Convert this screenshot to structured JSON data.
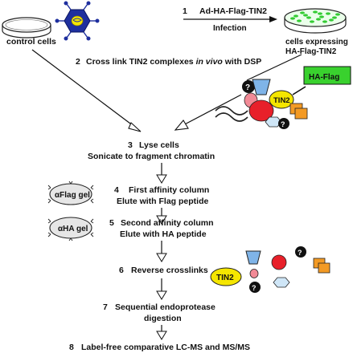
{
  "left": {
    "control_cells_label": "control cells"
  },
  "steps": [
    {
      "num": "1",
      "text": "Ad-HA-Flag-TIN2",
      "sub": "Infection"
    },
    {
      "num": "2",
      "text_pre": "Cross link TIN2 complexes ",
      "text_italic": "in vivo",
      "text_post": " with DSP"
    },
    {
      "num": "3",
      "line1": "Lyse cells",
      "line2": "Sonicate to fragment chromatin"
    },
    {
      "num": "4",
      "line1": "First affinity column",
      "line2": "Elute with Flag peptide"
    },
    {
      "num": "5",
      "line1": "Second affinity column",
      "line2": "Elute with HA peptide"
    },
    {
      "num": "6",
      "line1": "Reverse crosslinks"
    },
    {
      "num": "7",
      "line1": "Sequential endoprotease",
      "line2": "digestion"
    },
    {
      "num": "8",
      "line1": "Label-free comparative LC-MS and MS/MS"
    }
  ],
  "dish_right": {
    "label_line1": "cells expressing",
    "label_line2": "HA-Flag-TIN2"
  },
  "gels": {
    "flag_gel": "αFlag gel",
    "ha_gel": "αHA gel"
  },
  "complex": {
    "tin2_label": "TIN2",
    "flag_label": "HA-Flag",
    "unknown_glyph": "?"
  },
  "released": {
    "tin2_label": "TIN2",
    "unknown_glyph": "?"
  },
  "colors": {
    "tin2_yellow": "#f5e600",
    "flag_green": "#39d12e",
    "dish_green": "#33cc33",
    "virus_blue": "#1e2f9e",
    "red": "#e8202a",
    "pink": "#f28a96",
    "light_blue": "#7fb4e8",
    "orange": "#f39a24",
    "gel_gray": "#e6e6e6"
  }
}
